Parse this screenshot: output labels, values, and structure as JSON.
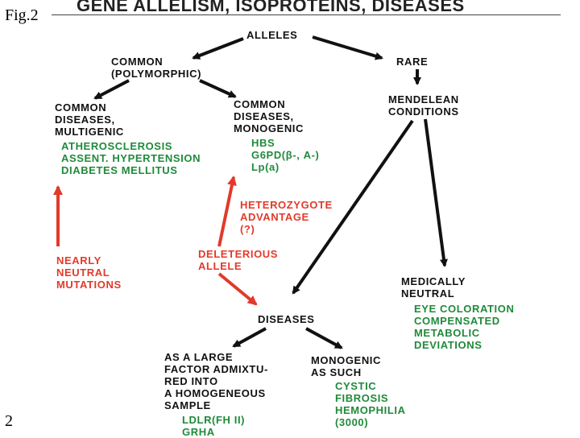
{
  "figure_label": "Fig.2",
  "page_number": "2",
  "title": "GENE ALLELISM, ISOPROTEINS, DISEASES",
  "nodes": {
    "alleles": "ALLELES",
    "common": "COMMON\n(POLYMORPHIC)",
    "rare": "RARE",
    "common_multigenic": "COMMON\nDISEASES,\nMULTIGENIC",
    "common_monogenic": "COMMON\nDISEASES,\nMONOGENIC",
    "mendelean": "MENDELEAN\nCONDITIONS",
    "multigenic_examples": "ATHEROSCLEROSIS\nASSENT. HYPERTENSION\nDIABETES MELLITUS",
    "monogenic_examples": "HBS\nG6PD(β-, A-)\nLp(a)",
    "heterozygote": "HETEROZYGOTE\nADVANTAGE\n(?)",
    "deleterious": "DELETERIOUS\nALLELE",
    "neutral_mutations": "NEARLY\nNEUTRAL\nMUTATIONS",
    "medically_neutral": "MEDICALLY\nNEUTRAL",
    "neutral_examples": "EYE COLORATION\nCOMPENSATED\nMETABOLIC\nDEVIATIONS",
    "diseases": "DISEASES",
    "large_factor": "AS A LARGE\nFACTOR ADMIXTU-\nRED INTO\nA HOMOGENEOUS\nSAMPLE",
    "large_factor_examples": "LDLR(FH II)\nGRHA",
    "monogenic_such": "MONOGENIC\nAS SUCH",
    "monogenic_examples_2": "CYSTIC\nFIBROSIS\nHEMOPHILIA\n(3000)"
  },
  "colors": {
    "text": "#111111",
    "green": "#1f8a3a",
    "red": "#e23a2a"
  }
}
